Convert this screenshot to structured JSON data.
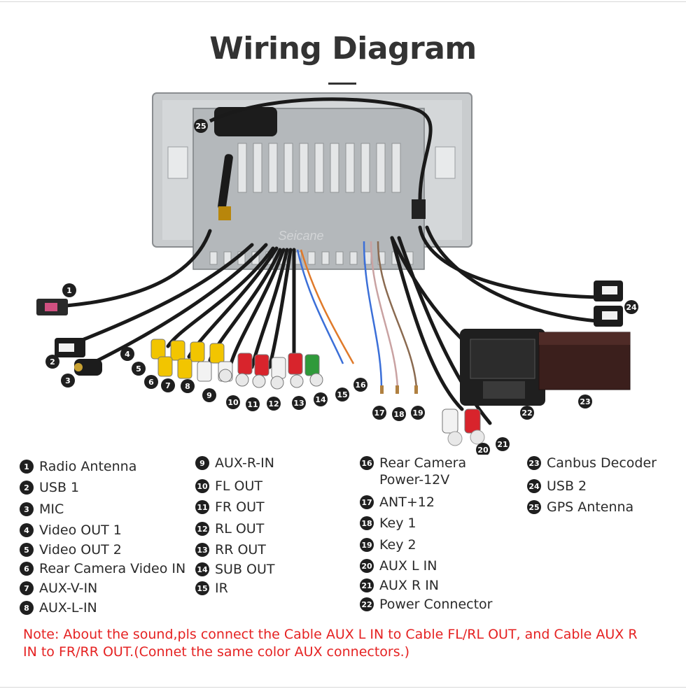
{
  "title": "Wiring Diagram",
  "watermark": "Seicane",
  "colors": {
    "cable": "#1a1a1a",
    "unit_body": "#bfc3c6",
    "rca_red": "#d8242c",
    "rca_white": "#f2f2f2",
    "rca_yellow": "#f2c500",
    "rca_green": "#2f9a3a",
    "note": "#e52222"
  },
  "callouts": [
    "1",
    "2",
    "3",
    "4",
    "5",
    "6",
    "7",
    "8",
    "9",
    "10",
    "11",
    "12",
    "13",
    "14",
    "15",
    "16",
    "17",
    "18",
    "19",
    "20",
    "21",
    "22",
    "23",
    "24",
    "25"
  ],
  "legend": [
    {
      "num": "1",
      "label": "Radio Antenna"
    },
    {
      "num": "2",
      "label": "USB 1"
    },
    {
      "num": "3",
      "label": "MIC"
    },
    {
      "num": "4",
      "label": "Video OUT 1"
    },
    {
      "num": "5",
      "label": "Video OUT 2"
    },
    {
      "num": "6",
      "label": "Rear Camera Video IN"
    },
    {
      "num": "7",
      "label": "AUX-V-IN"
    },
    {
      "num": "8",
      "label": "AUX-L-IN"
    },
    {
      "num": "9",
      "label": "AUX-R-IN"
    },
    {
      "num": "10",
      "label": "FL OUT"
    },
    {
      "num": "11",
      "label": "FR OUT"
    },
    {
      "num": "12",
      "label": "RL OUT"
    },
    {
      "num": "13",
      "label": "RR OUT"
    },
    {
      "num": "14",
      "label": "SUB OUT"
    },
    {
      "num": "15",
      "label": "IR"
    },
    {
      "num": "16",
      "label": "Rear Camera Power-12V"
    },
    {
      "num": "17",
      "label": "ANT+12"
    },
    {
      "num": "18",
      "label": "Key 1"
    },
    {
      "num": "19",
      "label": "Key 2"
    },
    {
      "num": "20",
      "label": "AUX  L IN"
    },
    {
      "num": "21",
      "label": "AUX R IN"
    },
    {
      "num": "22",
      "label": "Power Connector"
    },
    {
      "num": "23",
      "label": "Canbus Decoder"
    },
    {
      "num": "24",
      "label": "USB 2"
    },
    {
      "num": "25",
      "label": "GPS Antenna"
    }
  ],
  "note": "Note: About the sound,pls connect the Cable AUX L IN to Cable FL/RL OUT, and Cable AUX R IN to  FR/RR OUT.(Connet the same color AUX connectors.)"
}
